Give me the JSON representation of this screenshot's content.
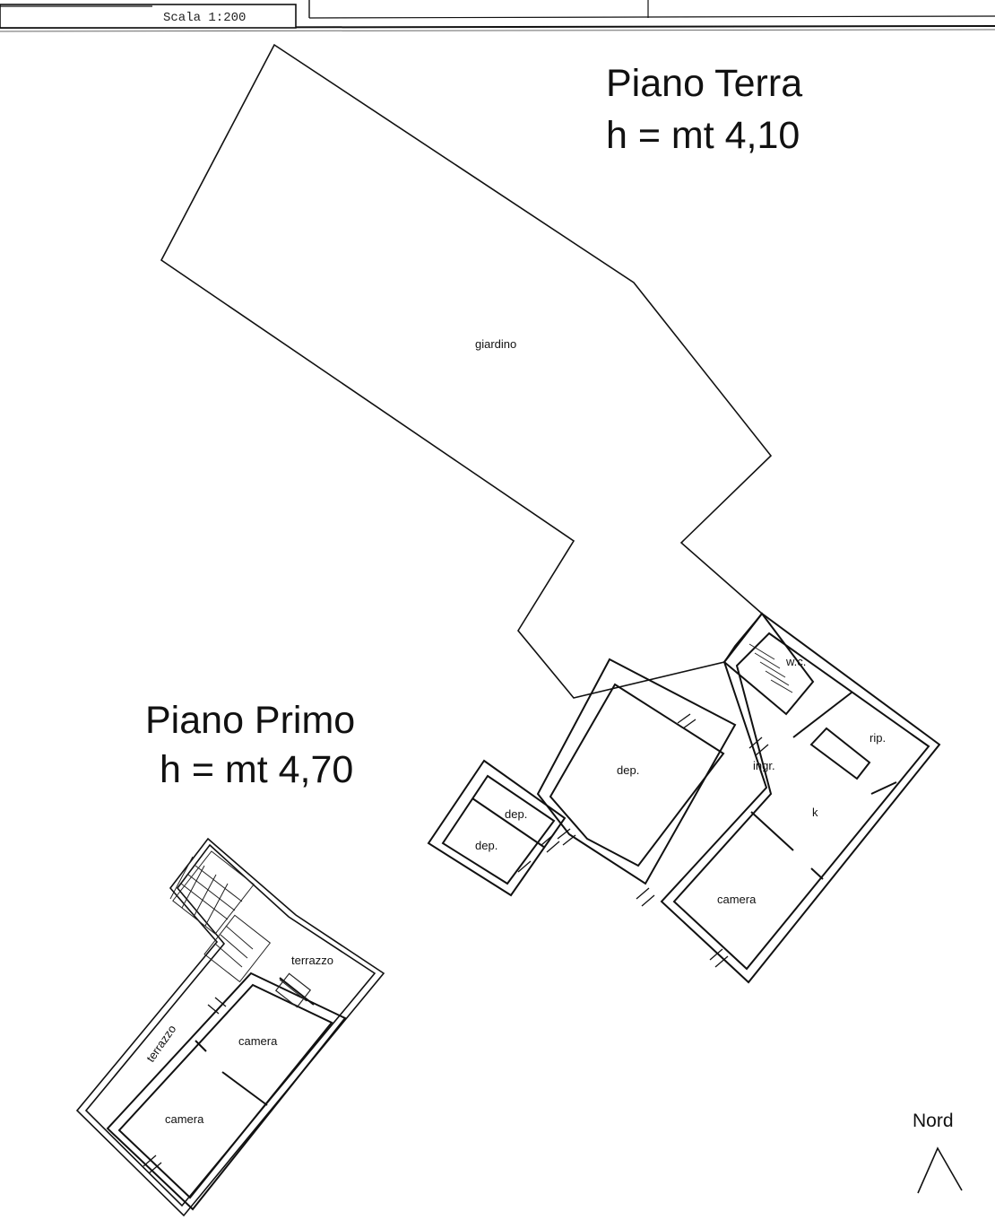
{
  "header": {
    "scale": "Scala 1:200"
  },
  "ground_floor": {
    "title": "Piano Terra",
    "height": "h = mt 4,10",
    "rooms": {
      "garden": "giardino",
      "storage_main": "dep.",
      "storage_small_top": "dep.",
      "storage_small_bottom": "dep.",
      "wc": "w.c.",
      "closet": "rip.",
      "entrance": "ingr.",
      "kitchen": "k",
      "bedroom": "camera"
    }
  },
  "first_floor": {
    "title": "Piano  Primo",
    "height": "h = mt 4,70",
    "rooms": {
      "terrace_top": "terrazzo",
      "terrace_side": "terrazzo",
      "bedroom_upper": "camera",
      "bedroom_lower": "camera"
    }
  },
  "compass": {
    "label": "Nord"
  }
}
